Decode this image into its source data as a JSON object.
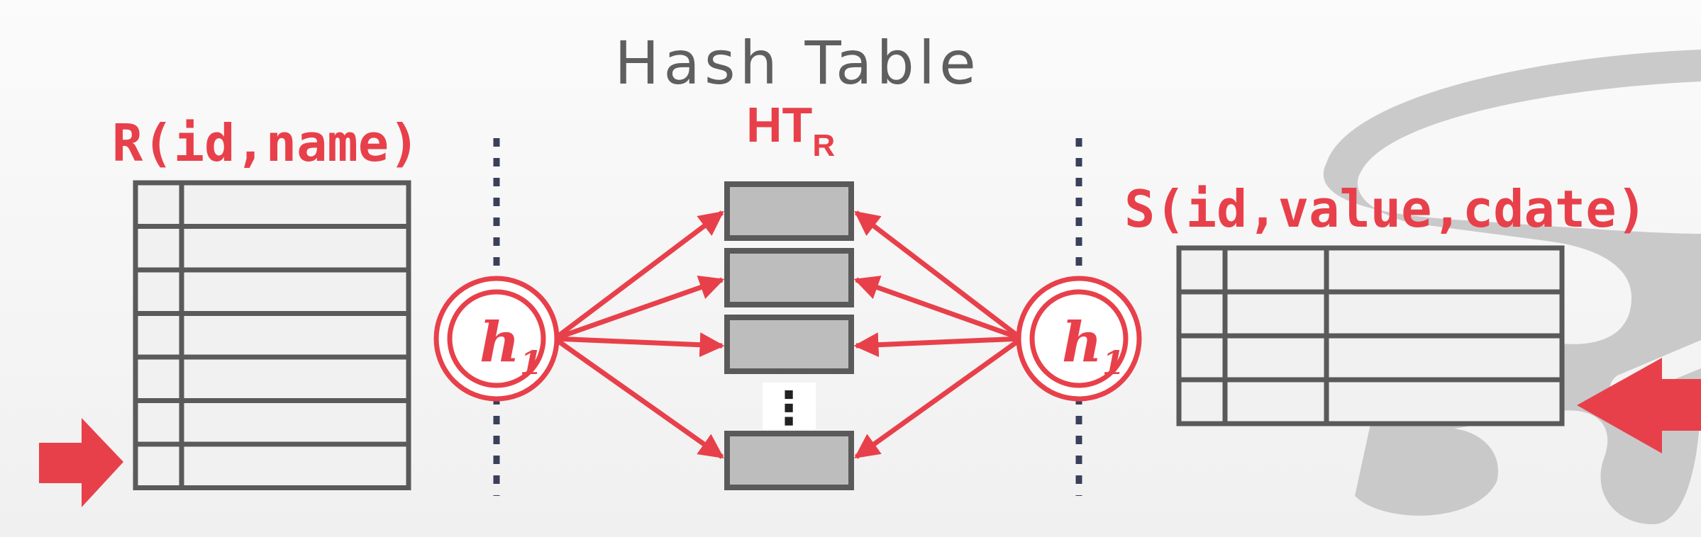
{
  "title": "Hash Table",
  "hash_table": {
    "name": "HT",
    "subscript": "R"
  },
  "relation_r": {
    "label": "R(id,name)",
    "rows": 7
  },
  "relation_s": {
    "label": "S(id,value,cdate)",
    "rows": 4
  },
  "hash_fn": {
    "label": "h",
    "subscript": "1"
  },
  "buckets_ellipsis": "⋮",
  "colors": {
    "accent": "#e8404a",
    "stroke": "#5a5a5a",
    "bucket_fill": "#bdbdbd",
    "table_fill": "#f1f1f1",
    "divider": "#3a3f5a",
    "background_logo": "#c4c4c4"
  }
}
